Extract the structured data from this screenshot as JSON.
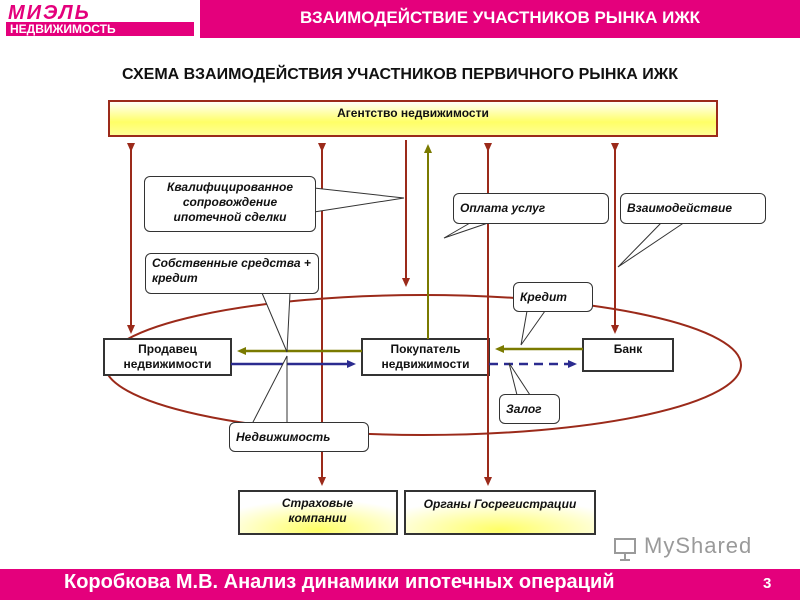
{
  "header": {
    "logo_top": "МИЭЛЬ",
    "logo_bottom": "НЕДВИЖИМОСТЬ",
    "title": "ВЗАИМОДЕЙСТВИЕ УЧАСТНИКОВ РЫНКА ИЖК"
  },
  "slide_title": "СХЕМА ВЗАИМОДЕЙСТВИЯ УЧАСТНИКОВ ПЕРВИЧНОГО РЫНКА ИЖК",
  "nodes": {
    "agency": "Агентство недвижимости",
    "seller": "Продавец недвижимости",
    "buyer": "Покупатель недвижимости",
    "bank": "Банк",
    "insurance": "Страховые компании",
    "registry": "Органы Госрегистрации"
  },
  "callouts": {
    "qualified_support": "Квалифицированное сопровождение ипотечной сделки",
    "payment": "Оплата услуг",
    "interaction": "Взаимодействие",
    "own_funds": "Собственные средства + кредит",
    "credit": "Кредит",
    "pledge": "Залог",
    "property": "Недвижимость"
  },
  "footer": {
    "text": "Коробкова М.В. Анализ динамики ипотечных операций",
    "page": "3"
  },
  "watermark": "MyShared",
  "colors": {
    "brand": "#e4007c",
    "dark_red": "#9b2a1a",
    "olive": "#7a7a00",
    "navy": "#2b2b8f"
  }
}
